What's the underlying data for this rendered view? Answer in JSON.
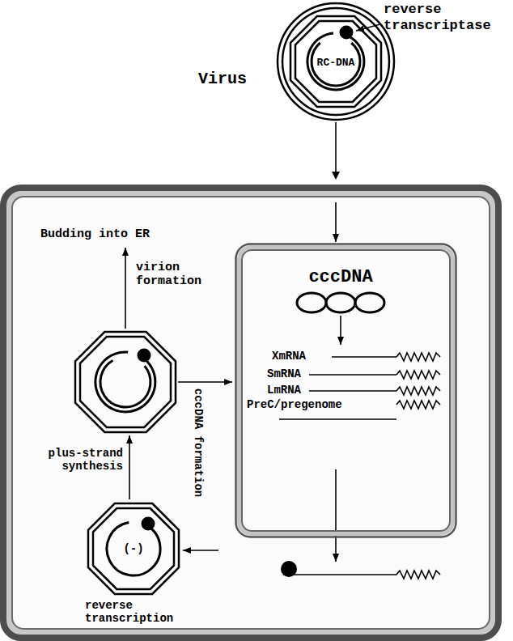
{
  "diagram": {
    "nodes": [
      {
        "text": [
          "Virus",
          "RC-DNA"
        ]
      },
      {
        "text": [
          "cccDNA",
          "XmRNA",
          "SmRNA",
          "LmRNA",
          "PreC/pregenome"
        ]
      },
      {
        "text": [
          "(-)"
        ]
      }
    ],
    "edges": [
      {
        "from": 0,
        "to": 1,
        "arrow": "to"
      }
    ],
    "labels": [
      "reverse transcriptase",
      "Budding into ER",
      "virion formation",
      "cccDNA formation",
      "plus-strand synthesis",
      "reverse transcription"
    ]
  }
}
